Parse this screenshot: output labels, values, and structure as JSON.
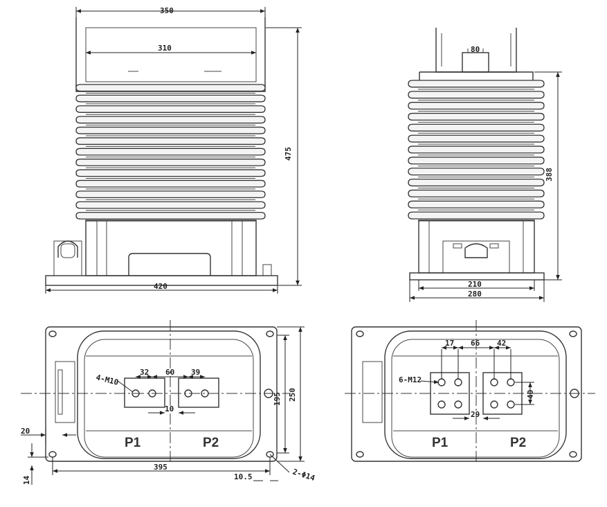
{
  "front_view": {
    "width_top": "350",
    "width_inner": "310",
    "height": "475",
    "base_width": "420"
  },
  "side_view": {
    "terminal": "80",
    "height": "388",
    "width_inner": "210",
    "width_base": "280"
  },
  "bottom_left": {
    "holes": "4-M10",
    "d32": "32",
    "d60": "60",
    "d39": "39",
    "d10": "10",
    "d20": "20",
    "d14": "14",
    "d395": "395",
    "d105": "10.5",
    "mount": "2-Φ14",
    "d195": "195",
    "d250": "250",
    "p1": "P1",
    "p2": "P2"
  },
  "bottom_right": {
    "holes": "6-M12",
    "d17": "17",
    "d66": "66",
    "d42": "42",
    "d40": "40",
    "d29": "29",
    "p1": "P1",
    "p2": "P2"
  }
}
